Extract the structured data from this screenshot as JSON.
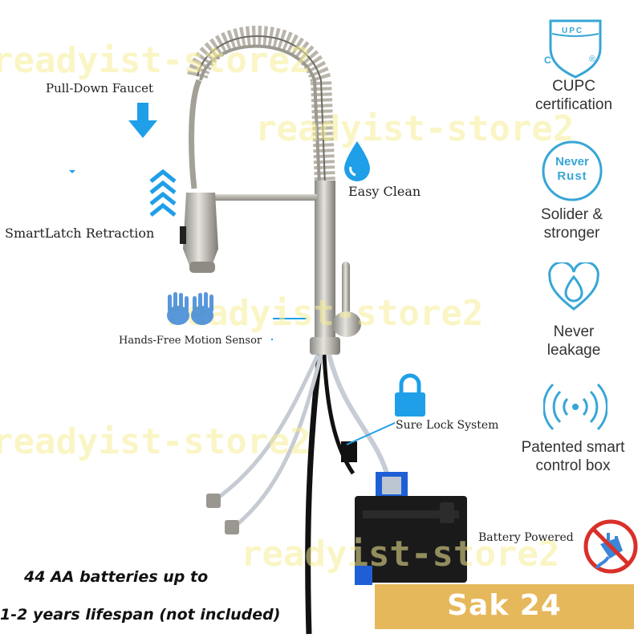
{
  "watermark": "readyist-store2",
  "features": {
    "pull_down": "Pull-Down Faucet",
    "smartlatch": "SmartLatch Retraction",
    "easy_clean": "Easy Clean",
    "motion_sensor": "Hands-Free Motion Sensor",
    "sure_lock": "Sure Lock System",
    "battery": "Battery Powered"
  },
  "certifications": {
    "cupc_mark_top": "UPC",
    "cupc_mark_c": "C",
    "cupc_mark_r": "®",
    "cupc_label_1": "CUPC",
    "cupc_label_2": "certification",
    "never_rust_icon_1": "Never",
    "never_rust_icon_2": "Rust",
    "solider_1": "Solider &",
    "solider_2": "stronger",
    "leak_1": "Never",
    "leak_2": "leakage",
    "smart_1": "Patented smart",
    "smart_2": "control box"
  },
  "battery_note": {
    "line1": "44 AA batteries up to",
    "line2": "1-2 years lifespan (not included)"
  },
  "badge": "Sak 24",
  "colors": {
    "accent_blue": "#1e9fe8",
    "icon_teal": "#37a6d6",
    "badge_gold": "#e6b85c",
    "no_sign_red": "#d9302a"
  }
}
